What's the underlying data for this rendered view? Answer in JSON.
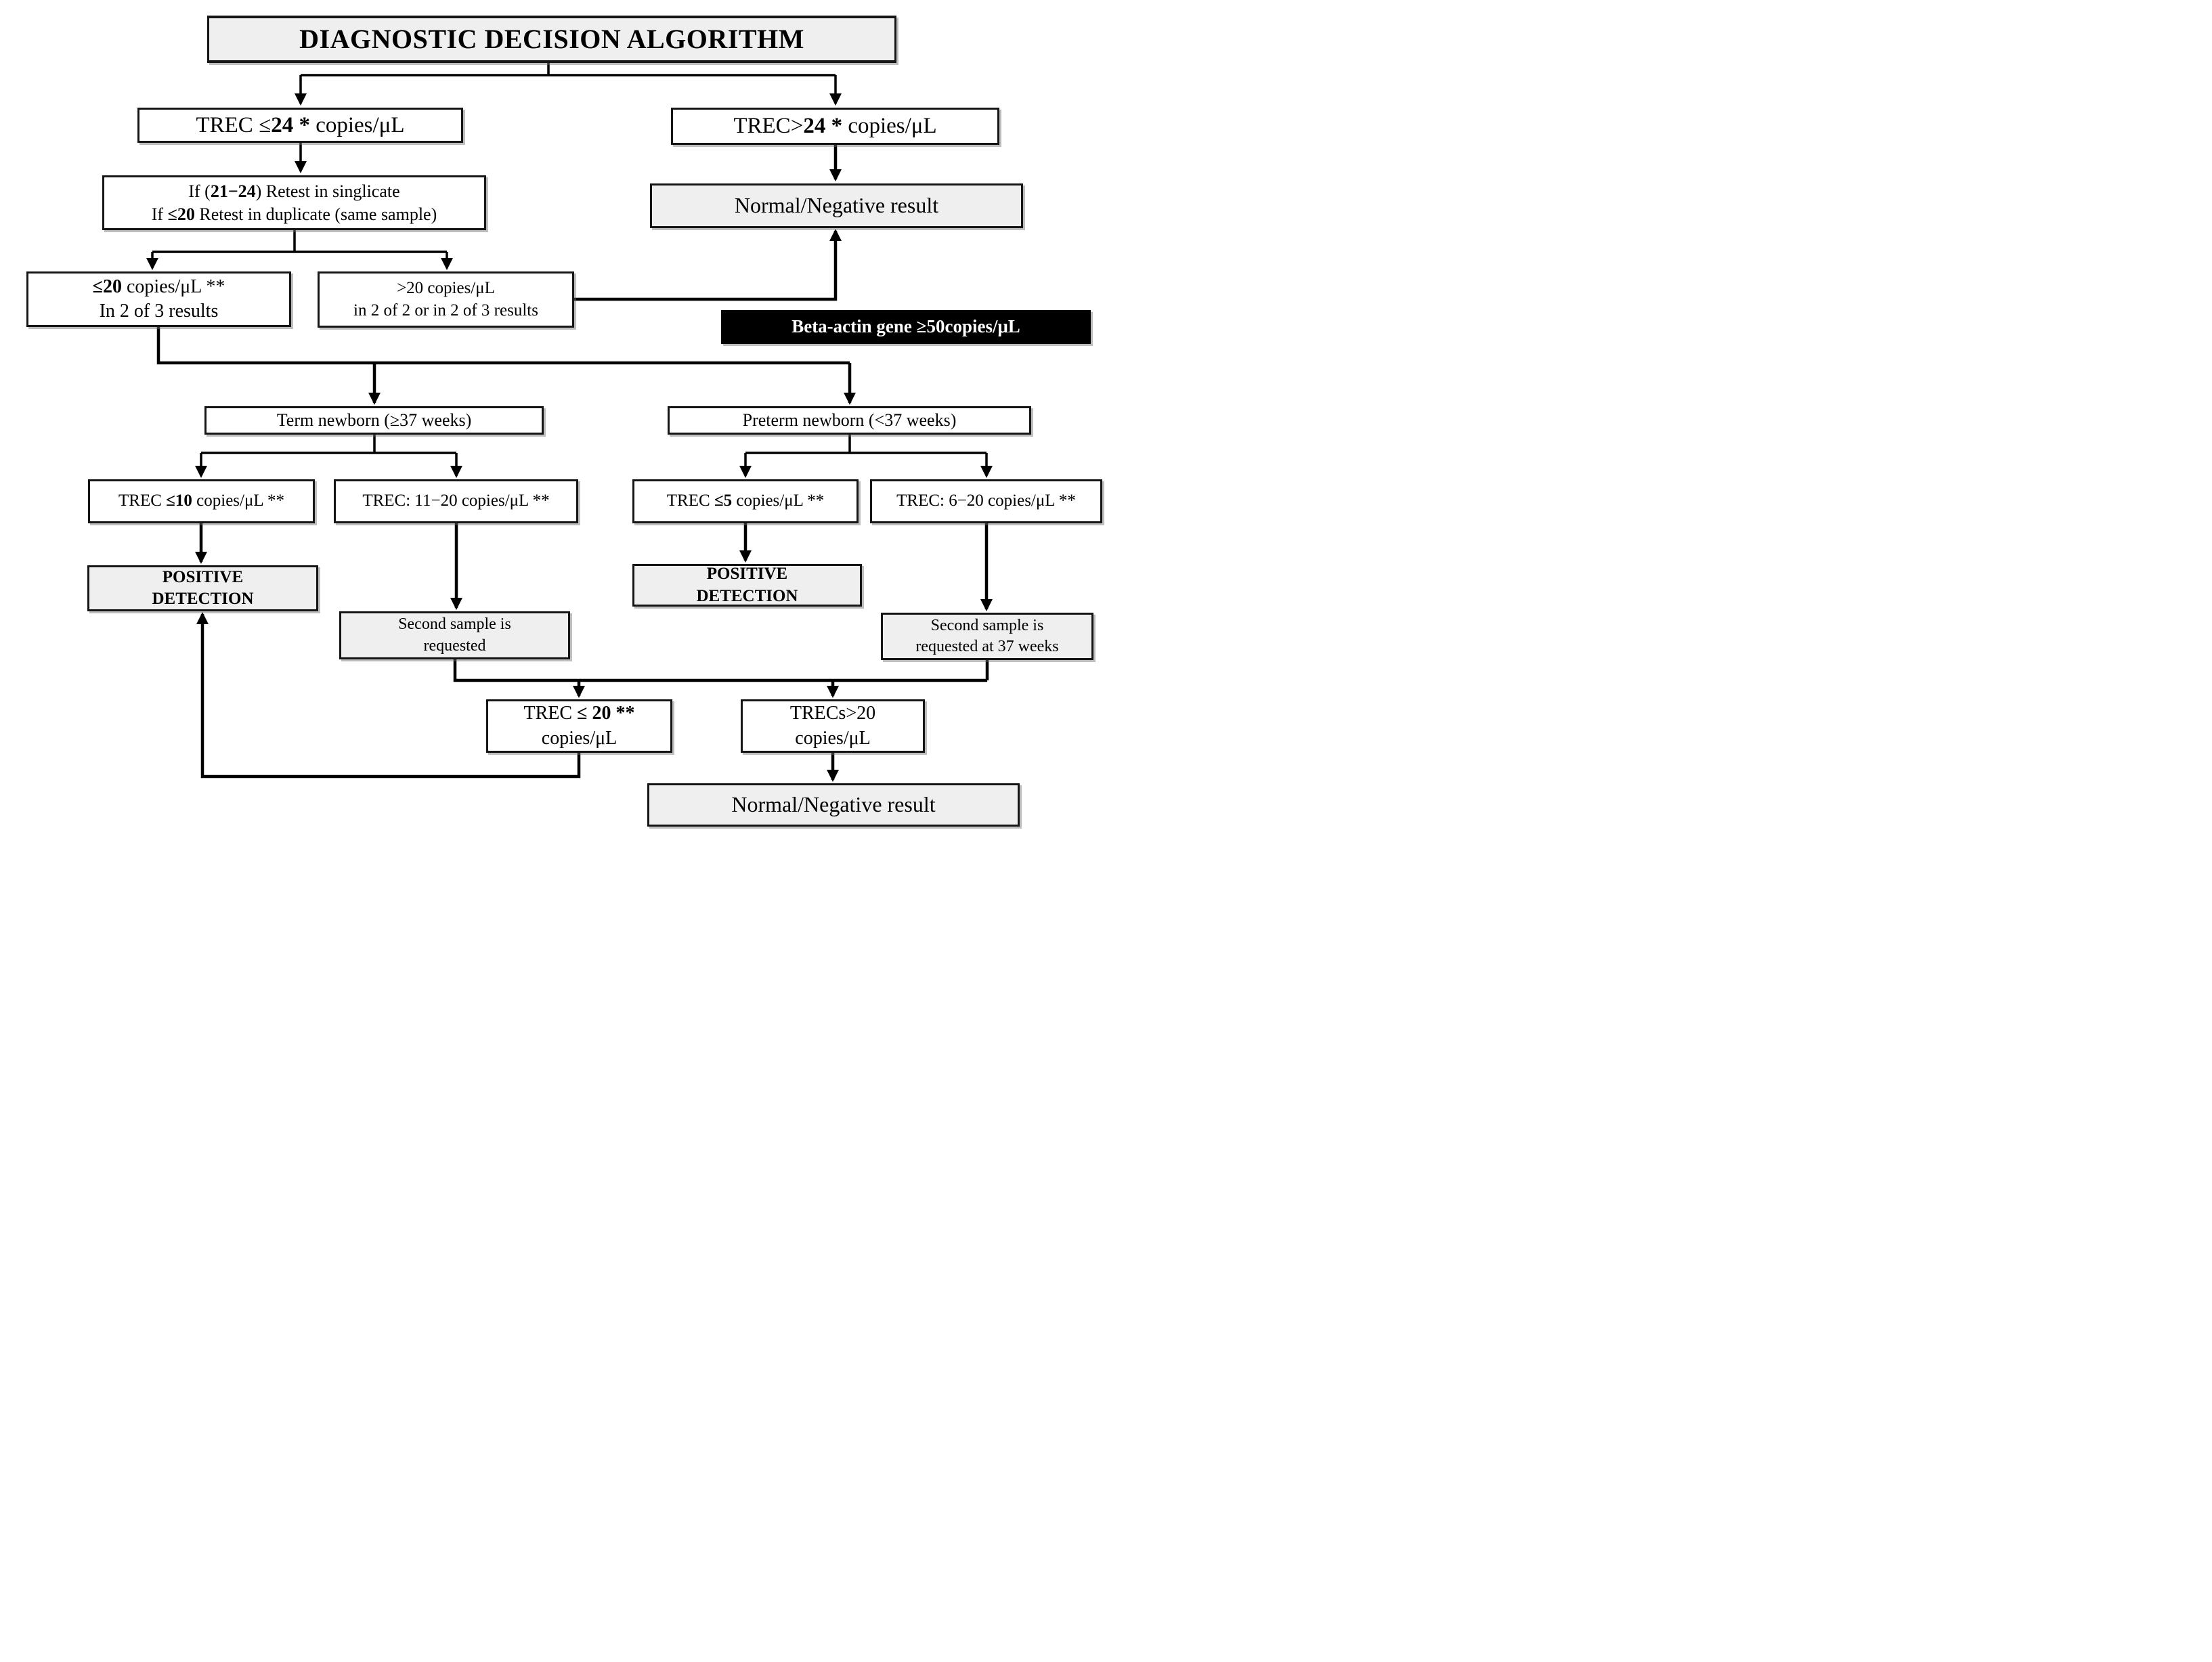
{
  "title": "DIAGNOSTIC DECISION ALGORITHM",
  "nodes": {
    "trec_le24": {
      "pre": "TREC ≤",
      "bold": "24 *",
      "post": " copies/μL"
    },
    "trec_gt24": {
      "pre": "TREC>",
      "bold": "24 *",
      "post": " copies/μL"
    },
    "retest": {
      "line1_pre": "If (",
      "line1_bold": "21−24",
      "line1_post": ") Retest in singlicate",
      "line2_pre": "If ",
      "line2_bold": "≤20",
      "line2_post": " Retest in duplicate (same sample)"
    },
    "normal_top": {
      "label": "Normal/Negative result"
    },
    "le20_2of3": {
      "line1_bold": "≤20",
      "line1_post": " copies/μL **",
      "line2": "In 2 of 3 results"
    },
    "gt20_results": {
      "line1": ">20 copies/μL",
      "line2": "in 2 of 2 or in 2 of 3 results"
    },
    "beta_actin": {
      "label": "Beta-actin gene ≥50copies/μL"
    },
    "term": {
      "label": "Term newborn (≥37 weeks)"
    },
    "preterm": {
      "label": "Preterm newborn (<37 weeks)"
    },
    "trec_le10": {
      "pre": "TREC ",
      "bold": "≤10",
      "post": " copies/μL **"
    },
    "trec_11_20": {
      "label": "TREC: 11−20 copies/μL **"
    },
    "trec_le5": {
      "pre": "TREC ",
      "bold": "≤5",
      "post": " copies/μL **"
    },
    "trec_6_20": {
      "label": "TREC: 6−20 copies/μL **"
    },
    "positive_term": {
      "line1": "POSITIVE",
      "line2": "DETECTION"
    },
    "positive_preterm": {
      "line1": "POSITIVE",
      "line2": "DETECTION"
    },
    "second_sample_term": {
      "line1": "Second sample is",
      "line2": "requested"
    },
    "second_sample_preterm": {
      "line1": "Second sample is",
      "line2": "requested at 37 weeks"
    },
    "trec_le20_final": {
      "line1_pre": "TREC ",
      "line1_bold": "≤ 20 **",
      "line2": "copies/μL"
    },
    "trecs_gt20": {
      "line1": "TRECs>20",
      "line2": "copies/μL"
    },
    "normal_bottom": {
      "label": "Normal/Negative result"
    }
  },
  "colors": {
    "box_fill_gray": "#efefef",
    "box_fill_white": "#ffffff",
    "highlight_bg": "#000000",
    "highlight_text": "#ffffff",
    "line": "#000000"
  }
}
